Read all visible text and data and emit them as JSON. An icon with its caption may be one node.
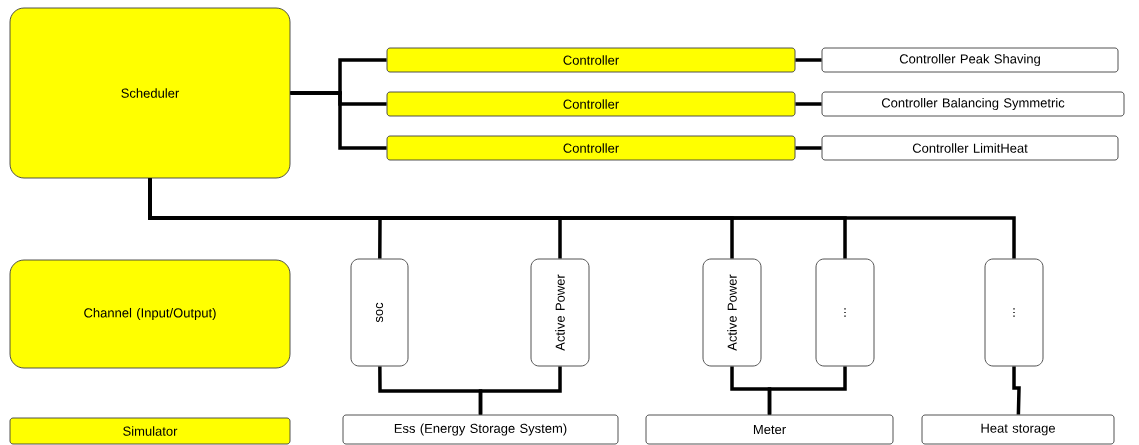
{
  "diagram": {
    "nodes": [
      {
        "text": [
          "Scheduler"
        ]
      },
      {
        "text": [
          "Controller"
        ]
      },
      {
        "text": [
          "Controller"
        ]
      },
      {
        "text": [
          "Controller"
        ]
      },
      {
        "text": [
          "Controller Peak Shaving"
        ]
      },
      {
        "text": [
          "Controller Balancing Symmetric"
        ]
      },
      {
        "text": [
          "Controller LimitHeat"
        ]
      },
      {
        "text": [
          "Channel (Input/Output)"
        ]
      },
      {
        "text": [
          "soc"
        ]
      },
      {
        "text": [
          "Active Power"
        ]
      },
      {
        "text": [
          "Active Power"
        ]
      },
      {
        "text": [
          "..."
        ]
      },
      {
        "text": [
          "..."
        ]
      },
      {
        "text": [
          "Simulator"
        ]
      },
      {
        "text": [
          "Ess (Energy Storage System)"
        ]
      },
      {
        "text": [
          "Meter"
        ]
      },
      {
        "text": [
          "Heat storage"
        ]
      }
    ],
    "edges": [
      {
        "from": 0,
        "to": 1,
        "arrow": "none"
      },
      {
        "from": 0,
        "to": 2,
        "arrow": "none"
      },
      {
        "from": 0,
        "to": 3,
        "arrow": "none"
      },
      {
        "from": 1,
        "to": 4,
        "arrow": "none"
      },
      {
        "from": 2,
        "to": 5,
        "arrow": "none"
      },
      {
        "from": 3,
        "to": 6,
        "arrow": "none"
      },
      {
        "from": 0,
        "to": 8,
        "arrow": "none"
      },
      {
        "from": 0,
        "to": 9,
        "arrow": "none"
      },
      {
        "from": 0,
        "to": 10,
        "arrow": "none"
      },
      {
        "from": 0,
        "to": 11,
        "arrow": "none"
      },
      {
        "from": 0,
        "to": 12,
        "arrow": "none"
      },
      {
        "from": 8,
        "to": 14,
        "arrow": "none"
      },
      {
        "from": 9,
        "to": 14,
        "arrow": "none"
      },
      {
        "from": 10,
        "to": 15,
        "arrow": "none"
      },
      {
        "from": 11,
        "to": 15,
        "arrow": "none"
      },
      {
        "from": 12,
        "to": 16,
        "arrow": "none"
      }
    ]
  }
}
